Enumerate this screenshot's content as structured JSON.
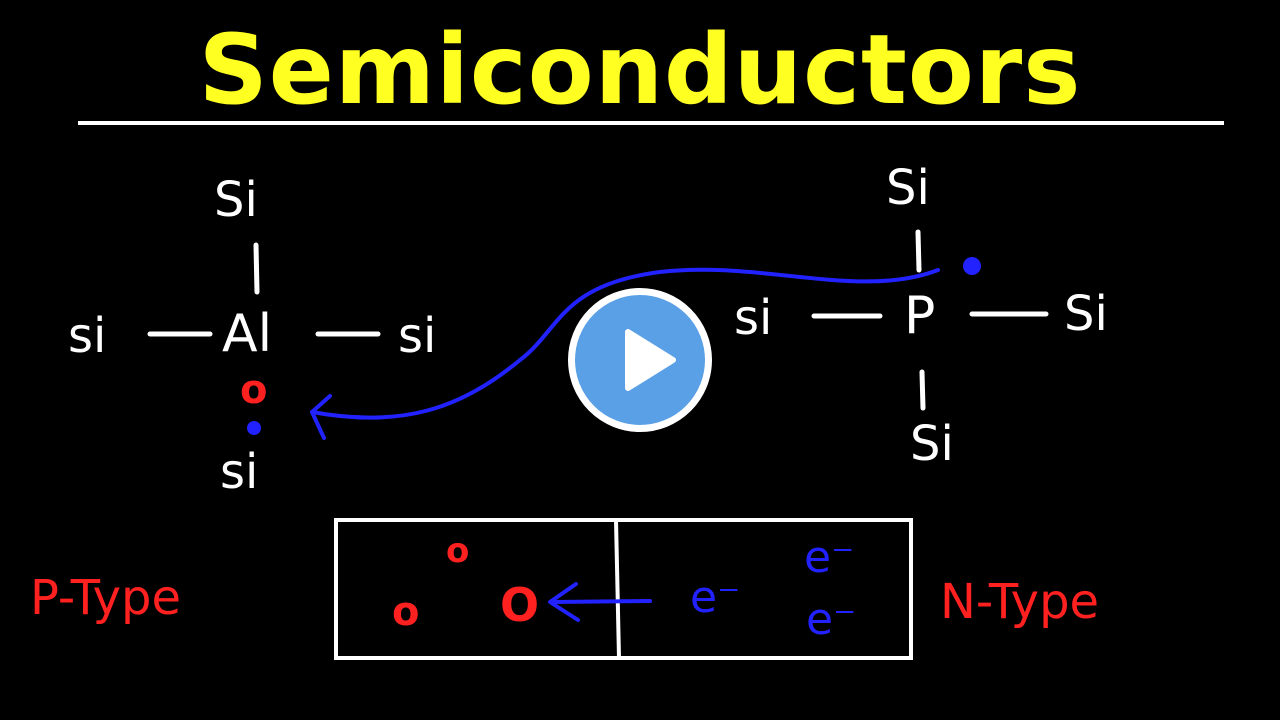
{
  "title": "Semiconductors",
  "left_structure": {
    "top": "Si",
    "left": "si",
    "center": "Al",
    "right": "si",
    "bottom": "si",
    "hole": "o"
  },
  "right_structure": {
    "top": "Si",
    "left": "si",
    "center": "P",
    "right": "Si",
    "bottom": "Si"
  },
  "box": {
    "left_holes": [
      "o",
      "o",
      "O"
    ],
    "middle_electron": "e⁻",
    "right_electrons": [
      "e⁻",
      "e⁻"
    ]
  },
  "p_type_label": "P-Type",
  "n_type_label": "N-Type",
  "colors": {
    "title": "#ffff22",
    "chalk": "#ffffff",
    "hole": "#ff2020",
    "electron": "#2222ff",
    "play_button": "#5aa0e6"
  },
  "play_icon": "play-icon"
}
